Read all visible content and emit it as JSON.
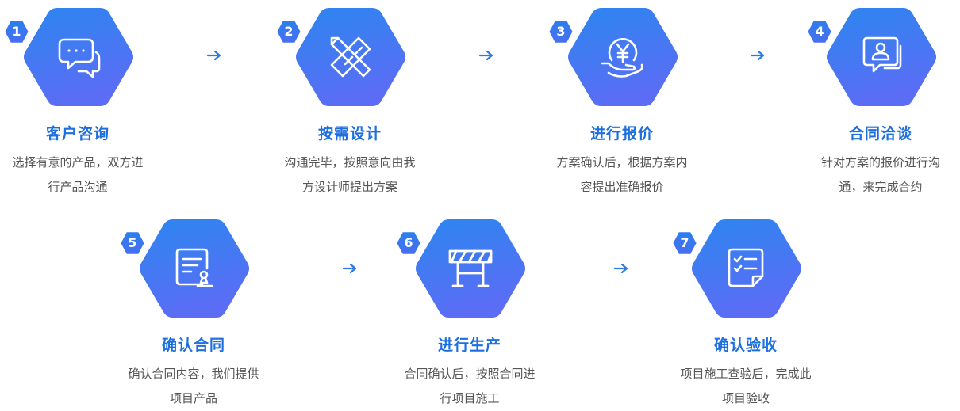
{
  "steps": [
    {
      "num": "1",
      "title": "客户咨询",
      "desc1": "选择有意的产品，双方进",
      "desc2": "行产品沟通",
      "icon": "chat-bubbles-icon"
    },
    {
      "num": "2",
      "title": "按需设计",
      "desc1": "沟通完毕，按照意向由我",
      "desc2": "方设计师提出方案",
      "icon": "pencil-ruler-icon"
    },
    {
      "num": "3",
      "title": "进行报价",
      "desc1": "方案确认后，根据方案内",
      "desc2": "容提出准确报价",
      "icon": "yen-hand-icon"
    },
    {
      "num": "4",
      "title": "合同洽谈",
      "desc1": "针对方案的报价进行沟",
      "desc2": "通，来完成合约",
      "icon": "person-chat-icon"
    },
    {
      "num": "5",
      "title": "确认合同",
      "desc1": "确认合同内容，我们提供",
      "desc2": "项目产品",
      "icon": "contract-stamp-icon"
    },
    {
      "num": "6",
      "title": "进行生产",
      "desc1": "合同确认后，按照合同进",
      "desc2": "行项目施工",
      "icon": "barrier-icon"
    },
    {
      "num": "7",
      "title": "确认验收",
      "desc1": "项目施工查验后，完成此",
      "desc2": "项目验收",
      "icon": "checklist-icon"
    }
  ],
  "colors": {
    "hex_top": "#2c86f0",
    "hex_bottom": "#5b6df5",
    "title": "#1d6fe0",
    "arrow": "#2c7be5"
  }
}
